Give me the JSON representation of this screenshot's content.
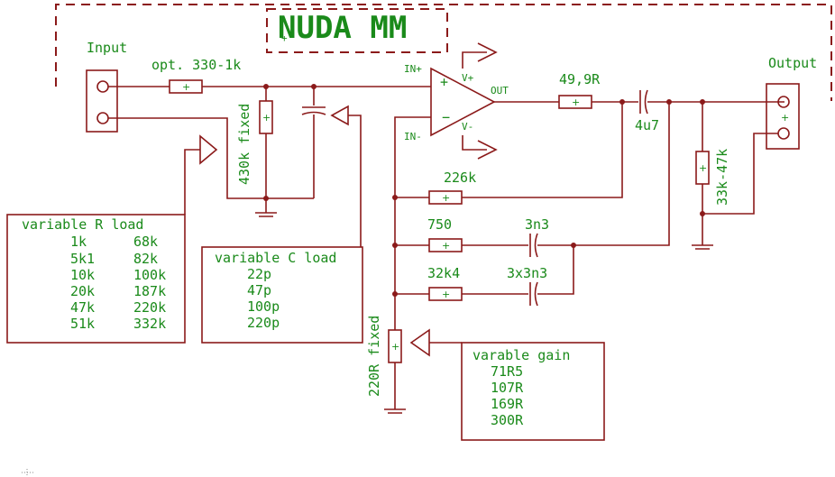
{
  "title": "NUDA MM",
  "labels": {
    "input": "Input",
    "output": "Output",
    "r_in": "opt. 330-1k",
    "r_fixed": "430k fixed",
    "r_out": "49,9R",
    "cap_out": "4u7",
    "r_load_out": "33k-47k",
    "r_fb": "226k",
    "r_750": "750",
    "c_3n3": "3n3",
    "r_32k4": "32k4",
    "c_3x3n3": "3x3n3",
    "r_gain_fixed": "220R fixed",
    "opamp_in_plus": "IN+",
    "opamp_in_minus": "IN-",
    "opamp_out": "OUT",
    "opamp_vplus": "V+",
    "opamp_vminus": "V-"
  },
  "r_load": {
    "title": "variable R load",
    "col1": [
      "1k",
      "5k1",
      "10k",
      "20k",
      "47k",
      "51k"
    ],
    "col2": [
      "68k",
      "82k",
      "100k",
      "187k",
      "220k",
      "332k"
    ]
  },
  "c_load": {
    "title": "variable C load",
    "items": [
      "22p",
      "47p",
      "100p",
      "220p"
    ]
  },
  "gain": {
    "title": "varable gain",
    "items": [
      "71R5",
      "107R",
      "169R",
      "300R"
    ]
  }
}
